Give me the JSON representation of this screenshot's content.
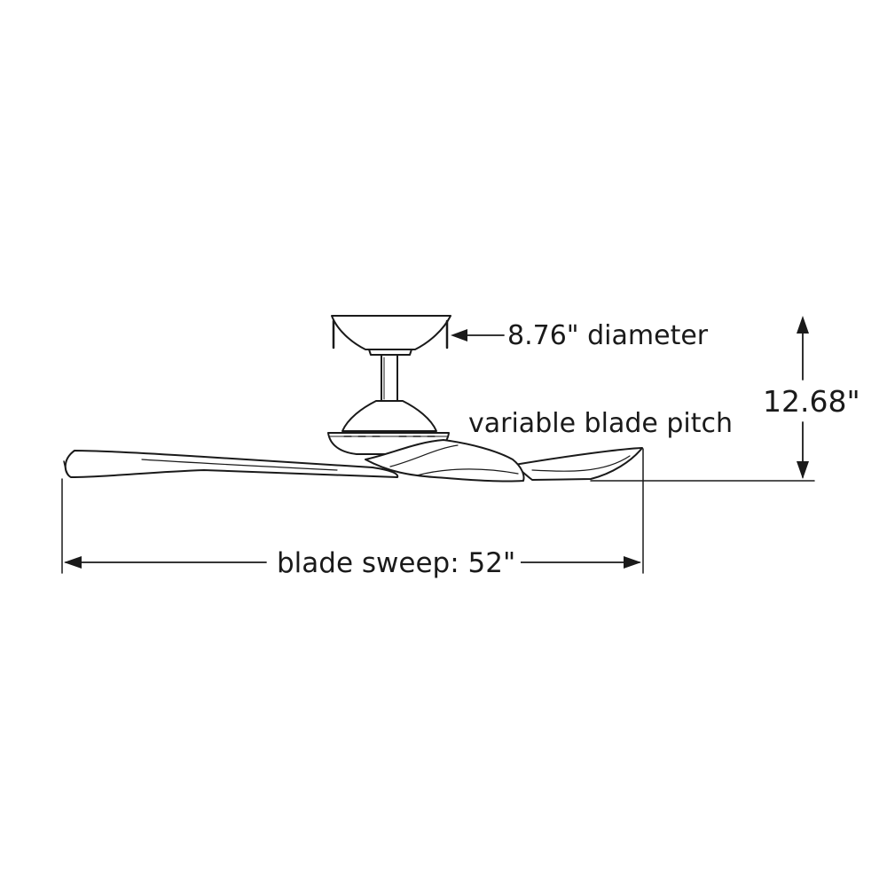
{
  "labels": {
    "canopy_diameter": "8.76\" diameter",
    "blade_pitch": "variable blade pitch",
    "overall_height": "12.68\"",
    "blade_sweep": "blade sweep: 52\""
  },
  "colors": {
    "line": "#1a1a1a",
    "background": "#ffffff"
  }
}
